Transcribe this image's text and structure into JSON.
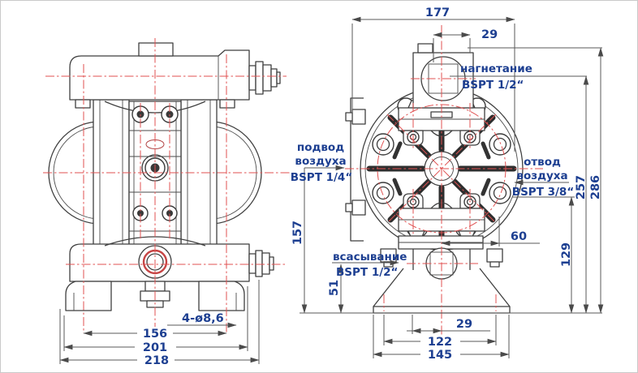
{
  "drawing": {
    "front_view": {
      "dims": {
        "holes": "4-ø8,6",
        "bolt_span": "156",
        "body_width": "201",
        "overall_width": "218"
      }
    },
    "side_view": {
      "dims": {
        "top_width": "177",
        "top_offset": "29",
        "overall_height": "286",
        "discharge_height": "257",
        "air_inlet_height": "157",
        "exhaust_height": "129",
        "suction_height": "51",
        "exhaust_offset": "60",
        "base_offset": "29",
        "base_holes": "122",
        "base_width": "145"
      }
    },
    "labels": {
      "discharge": {
        "l1": "нагнетание",
        "l2": "BSPT 1/2“"
      },
      "air_supply": {
        "l1": "подвод",
        "l2": "воздуха",
        "l3": "BSPT 1/4“"
      },
      "air_exhaust": {
        "l1": "отвод",
        "l2": "воздуха",
        "l3": "BSPT 3/8“"
      },
      "suction": {
        "l1": "всасывание",
        "l2": "BSPT 1/2“"
      }
    },
    "colors": {
      "outline": "#3f3f3f",
      "centerline": "#e05252",
      "dimension_text": "#1d3f91",
      "background": "#ffffff"
    }
  }
}
